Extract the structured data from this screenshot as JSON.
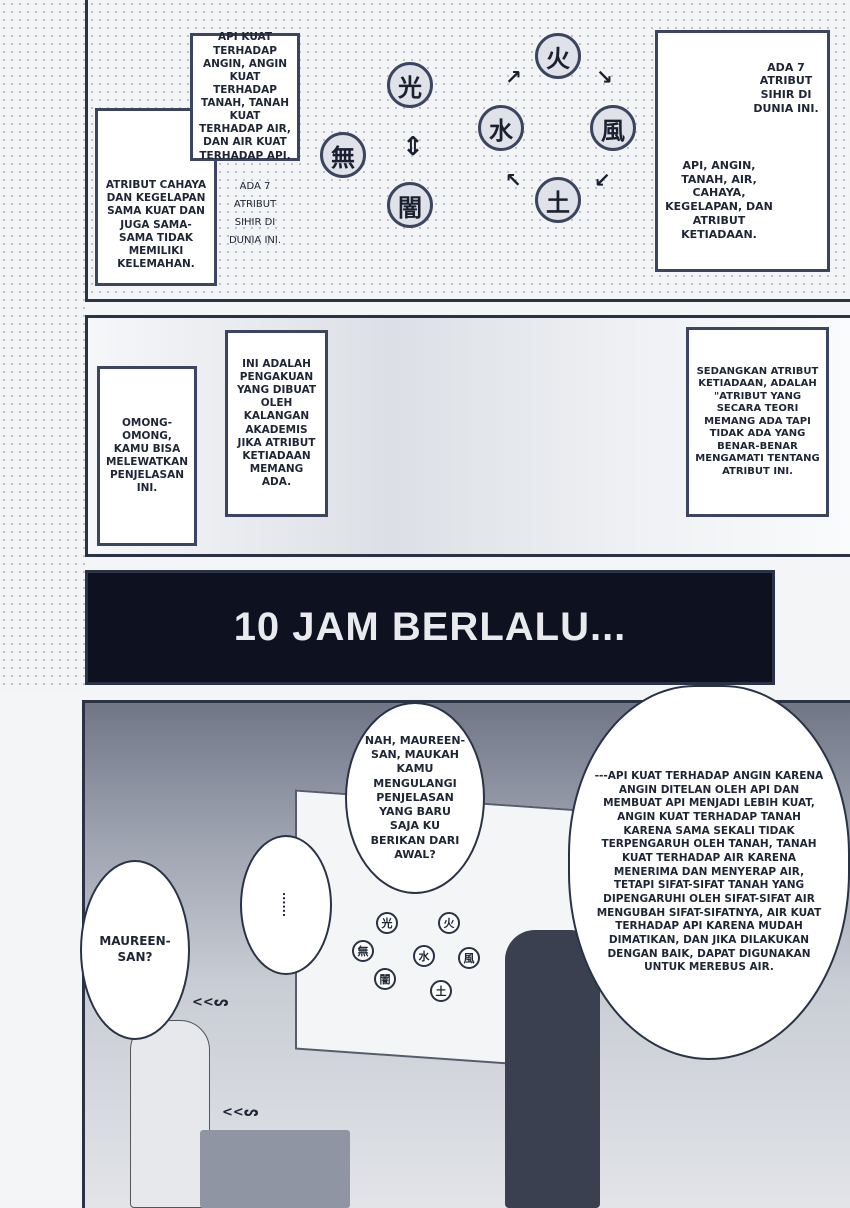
{
  "panel1": {
    "box_elements": "API KUAT TERHADAP ANGIN, ANGIN KUAT TERHADAP TANAH, TANAH KUAT TERHADAP AIR, DAN AIR KUAT TERHADAP API.",
    "box_light_dark": "ATRIBUT CAHAYA DAN KEGELAPAN SAMA KUAT DAN JUGA SAMA-SAMA TIDAK MEMILIKI KELEMAHAN.",
    "small_text": "ADA 7 ATRIBUT SIHIR DI DUNIA INI.",
    "right_box_top": "ADA 7 ATRIBUT SIHIR DI DUNIA INI.",
    "right_box_bottom": "API, ANGIN, TANAH, AIR, CAHAYA, KEGELAPAN, DAN ATRIBUT KETIADAAN.",
    "kanji": {
      "fire": "火",
      "wind": "風",
      "earth": "土",
      "water": "水",
      "light": "光",
      "dark": "闇",
      "void": "無"
    }
  },
  "panel2": {
    "box_skip": "OMONG-OMONG, KAMU BISA MELEWATKAN PENJELASAN INI.",
    "box_academic": "INI ADALAH PENGAKUAN YANG DIBUAT OLEH KALANGAN AKADEMIS JIKA ATRIBUT KETIADAAN MEMANG ADA.",
    "box_void": "SEDANGKAN ATRIBUT KETIADAAN, ADALAH \"ATRIBUT YANG SECARA TEORI MEMANG ADA TAPI TIDAK ADA YANG BENAR-BENAR MENGAMATI TENTANG ATRIBUT INI."
  },
  "banner": {
    "text": "10 JAM BERLALU..."
  },
  "panel3": {
    "bubble_question": "NAH, MAUREEN-SAN, MAUKAH KAMU MENGULANGI PENJELASAN YANG BARU SAJA KU BERIKAN DARI AWAL?",
    "bubble_silence": "......",
    "bubble_name": "MAUREEN-SAN?",
    "bubble_answer": "---API KUAT TERHADAP ANGIN KARENA ANGIN DITELAN OLEH API DAN MEMBUAT API MENJADI LEBIH KUAT, ANGIN KUAT TERHADAP TANAH KARENA SAMA SEKALI TIDAK TERPENGARUH OLEH TANAH, TANAH KUAT TERHADAP AIR KARENA MENERIMA DAN MENYERAP AIR, TETAPI SIFAT-SIFAT TANAH YANG DIPENGARUHI OLEH SIFAT-SIFAT AIR MENGUBAH SIFAT-SIFATNYA, AIR KUAT TERHADAP API KARENA MUDAH DIMATIKAN, DAN JIKA DILAKUKAN DENGAN BAIK, DAPAT DIGUNAKAN UNTUK MEREBUS AIR.",
    "sfx": "<<ᔕ"
  }
}
